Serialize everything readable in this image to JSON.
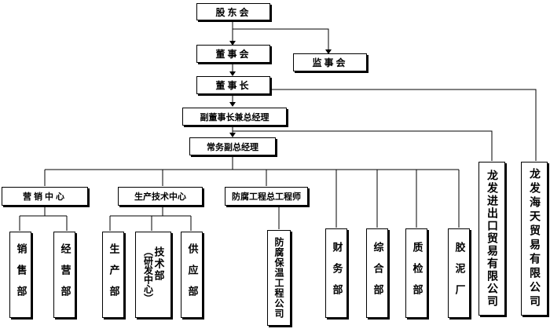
{
  "nodes": {
    "gudonghui": "股东会",
    "dongshihui": "董事会",
    "jianshihui": "监事会",
    "dongshizhang": "董事长",
    "fudongshizhang": "副董事长兼总经理",
    "changwu": "常务副总经理",
    "yingxiao": "营销中心",
    "shengchanjishu": "生产技术中心",
    "fangfu": "防腐工程总工程师",
    "xiaoshoubu": "销售部",
    "jingyingbu": "经营部",
    "shengchanbu": "生产部",
    "jishubu_main": "技术部",
    "jishubu_sub": "（研发中心）",
    "gongyingbu": "供应部",
    "fangfubaowen": "防腐保温工程公司",
    "caiwubu": "财务部",
    "zonghebu": "综合部",
    "zhijianbu": "质检部",
    "jiaonichang": "胶泥厂",
    "jinchukou": "龙发进出口贸易有限公司",
    "haitian": "龙发海天贸易有限公司"
  }
}
